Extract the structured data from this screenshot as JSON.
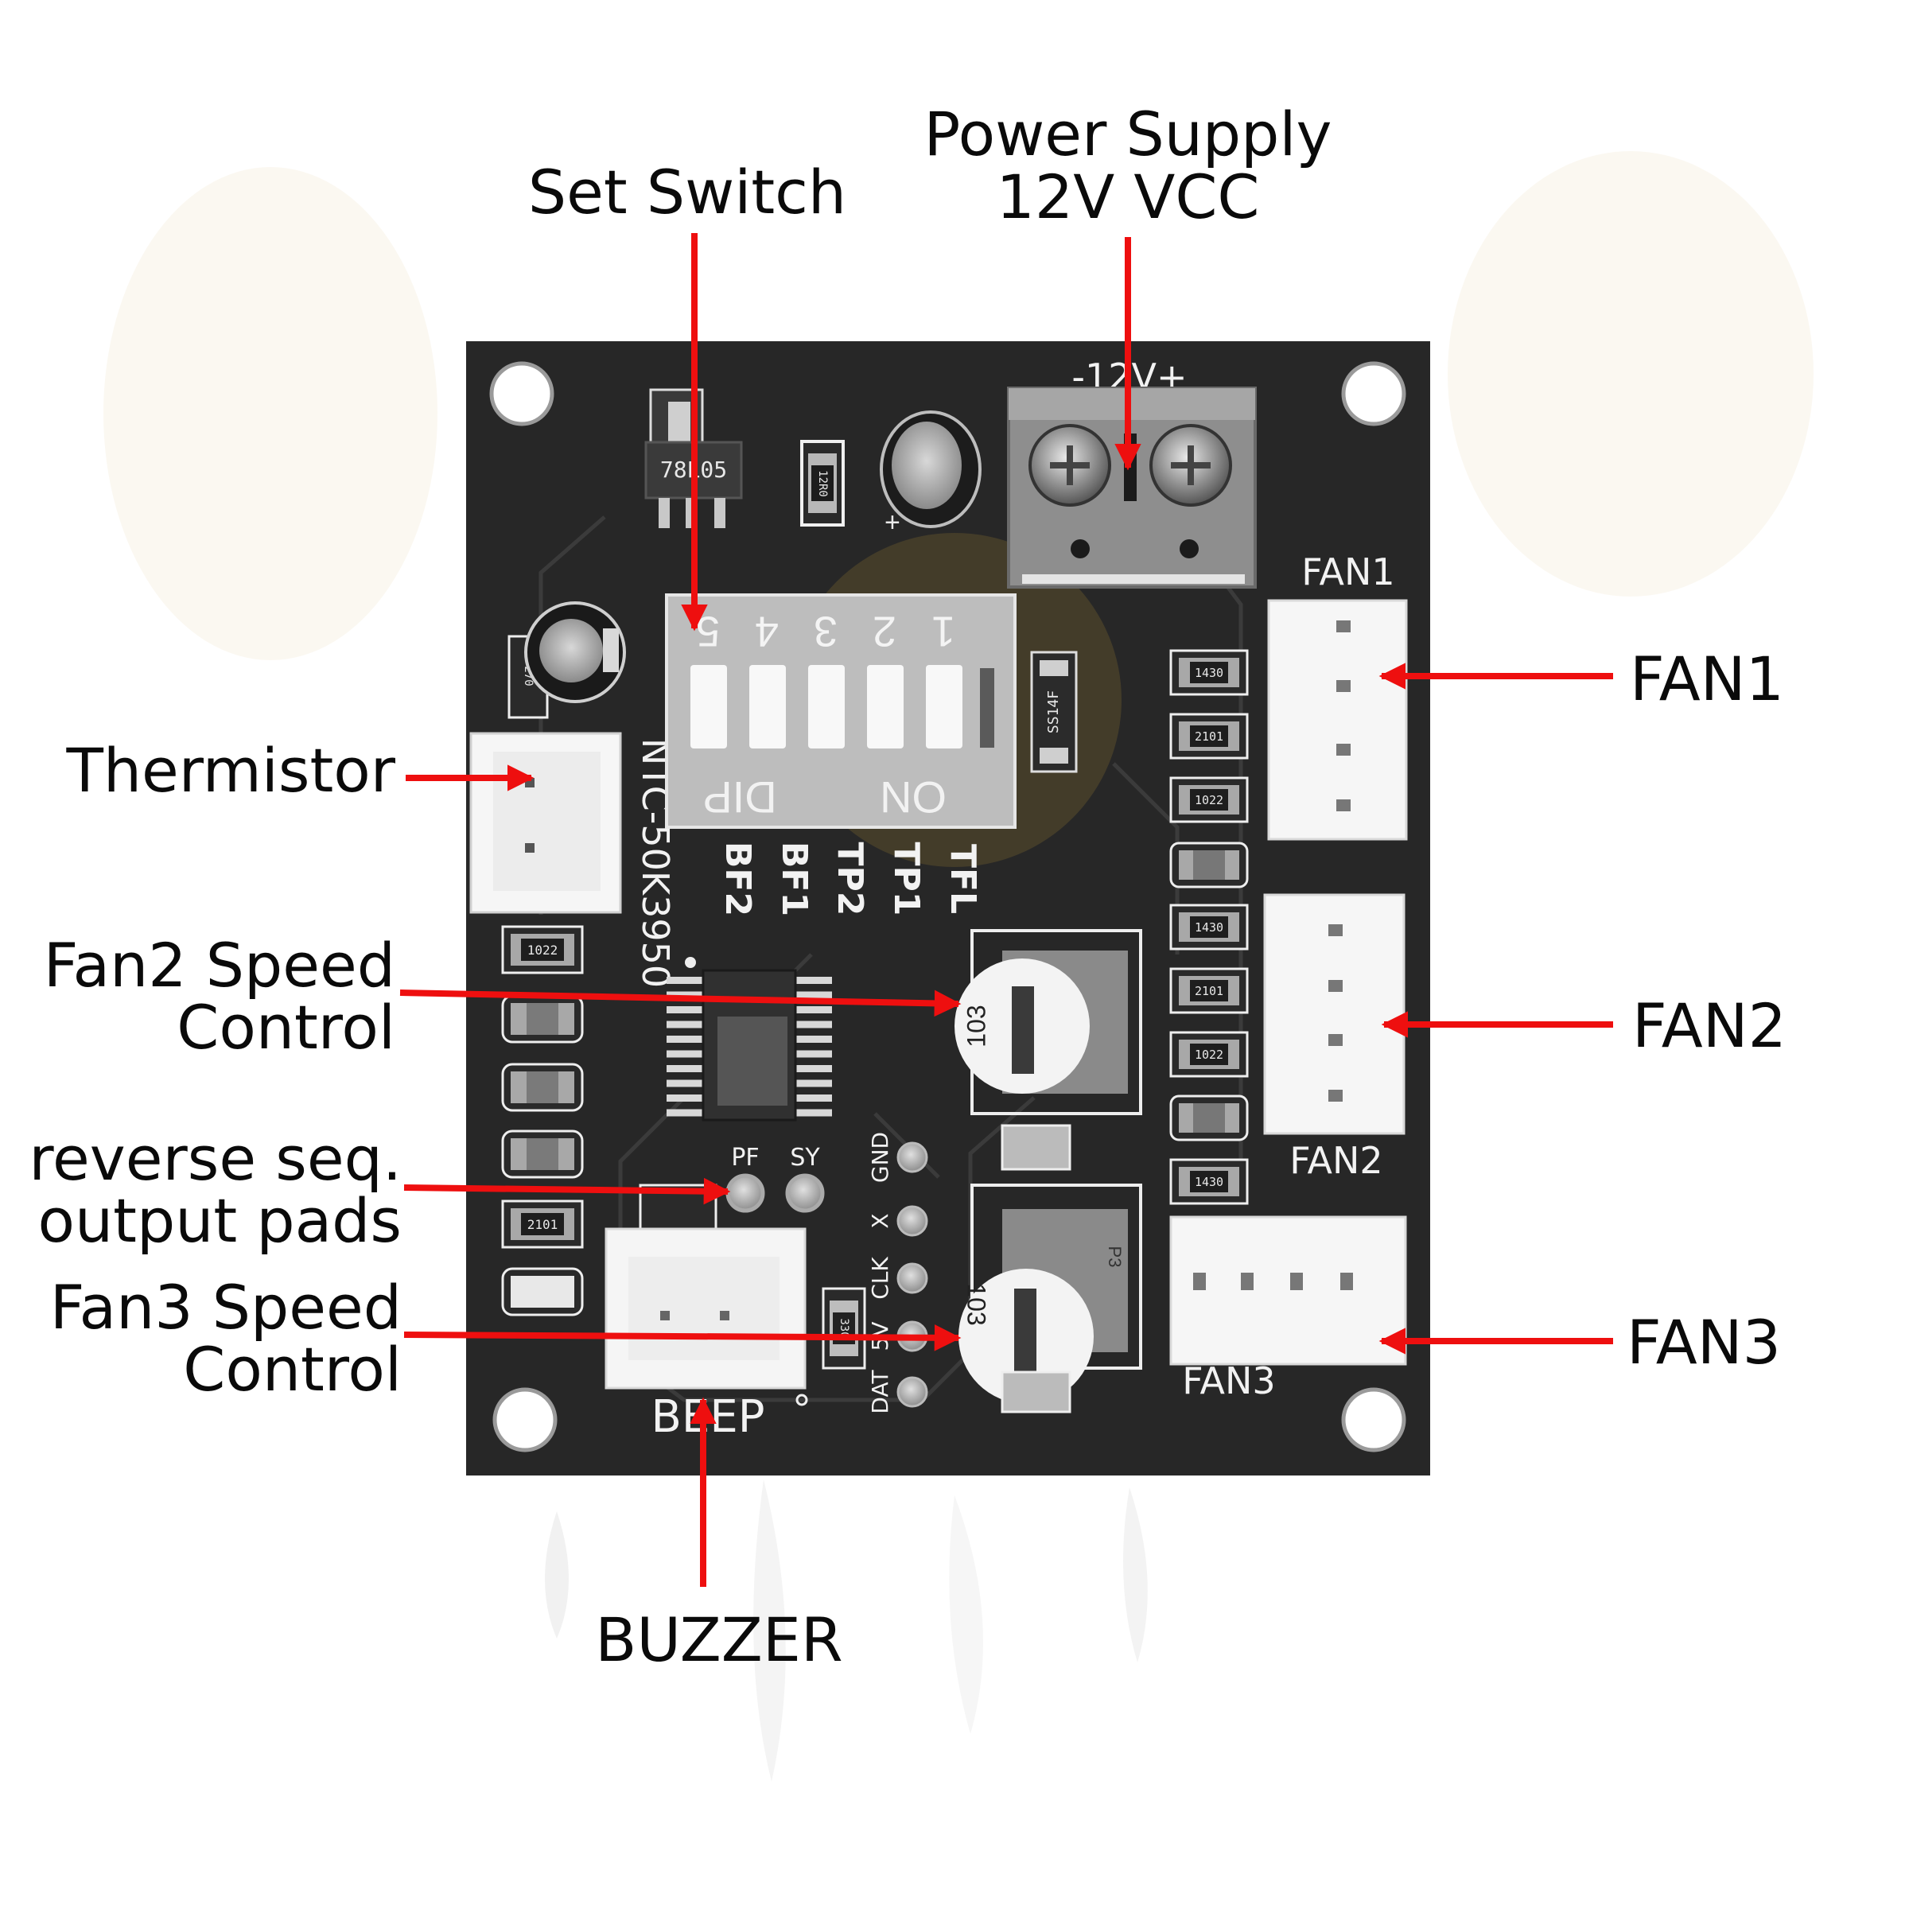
{
  "colors": {
    "arrow": "#ee0f0f",
    "pcb": "#2a2a2a",
    "silkscreen": "#f2f2f2",
    "connector": "#f4f4f4",
    "watermark": "#c9a23a",
    "background": "#ffffff"
  },
  "callouts": {
    "set_switch": "Set Switch",
    "power_supply_line1": "Power Supply",
    "power_supply_line2": "12V VCC",
    "thermistor": "Thermistor",
    "fan2_speed_line1": "Fan2 Speed",
    "fan2_speed_line2": "Control",
    "reverse_pads_line1": "reverse seq.",
    "reverse_pads_line2": "output pads",
    "fan3_speed_line1": "Fan3 Speed",
    "fan3_speed_line2": "Control",
    "buzzer": "BUZZER",
    "fan1": "FAN1",
    "fan2": "FAN2",
    "fan3": "FAN3"
  },
  "board": {
    "terminal_label": "-12V+",
    "regulator_marking": "78L05",
    "resistor_12r0": "12R0",
    "diode_marking": "SS14F",
    "ntc_label": "NTC-50K3950",
    "cap_marking": "270",
    "dip": {
      "numbers": [
        "5",
        "4",
        "3",
        "2",
        "1"
      ],
      "left_text": "DIP",
      "right_text": "ON",
      "functions": [
        "BF2",
        "BF1",
        "TP2",
        "TP1",
        "TFL"
      ]
    },
    "fan_headers": [
      "FAN1",
      "FAN2",
      "FAN3"
    ],
    "right_resistors": [
      "1430",
      "2101",
      "1022",
      "",
      "1430",
      "2101",
      "1022",
      "",
      "1430"
    ],
    "left_resistors": [
      "1022",
      "",
      "",
      "",
      "2101",
      ""
    ],
    "pads": [
      "PF",
      "SY"
    ],
    "prog_pins": [
      "GND",
      "X",
      "CLK",
      "5V",
      "DAT"
    ],
    "trimmer_marking": "103",
    "trimmer_label": "P3",
    "small_resistor": "330",
    "buzzer_label": "BEEP"
  }
}
